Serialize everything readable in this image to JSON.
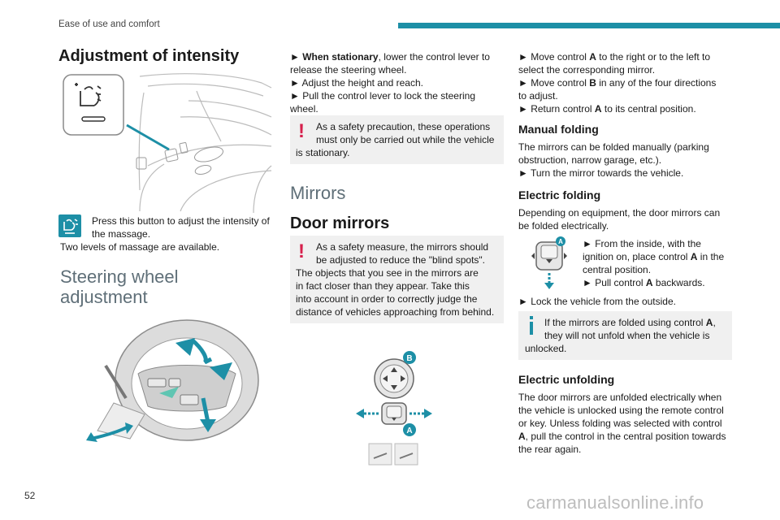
{
  "header": {
    "section_title": "Ease of use and comfort",
    "accent_color": "#1d8fa6"
  },
  "footer": {
    "page_number": "52",
    "watermark": "carmanualsonline.info"
  },
  "col1": {
    "heading": "Adjustment of intensity",
    "massage_line1": "Press this button to adjust the intensity of",
    "massage_line2": "the massage.",
    "massage_line3": "Two levels of massage are available.",
    "steering_heading_line1": "Steering wheel",
    "steering_heading_line2": "adjustment"
  },
  "col2": {
    "line1_bold": "When stationary",
    "line1_rest": ", lower the control lever to",
    "line2": "release the steering wheel.",
    "line3": "► Adjust the height and reach.",
    "line4": "► Pull the control lever to lock the steering",
    "line5": "wheel.",
    "warn1_line1": "As a safety precaution, these operations",
    "warn1_line2": "must only be carried out while the vehicle",
    "warn1_line3": "is stationary.",
    "mirrors_heading": "Mirrors",
    "door_mirrors_heading": "Door mirrors",
    "warn2_line1": "As a safety measure, the mirrors should",
    "warn2_line2": "be adjusted to reduce the \"blind spots\".",
    "warn2_line3": "The objects that you see in the mirrors are",
    "warn2_line4": "in fact closer than they appear. Take this",
    "warn2_line5": "into account in order to correctly judge the",
    "warn2_line6": "distance of vehicles approaching from behind.",
    "label_b": "B",
    "label_a": "A"
  },
  "col3": {
    "l1_pre": "► Move control ",
    "l1_a": "A",
    "l1_post": " to the right or to the left to",
    "l2": "select the corresponding mirror.",
    "l3_pre": "► Move control ",
    "l3_b": "B",
    "l3_post": " in any of the four directions",
    "l4": "to adjust.",
    "l5_pre": "► Return control ",
    "l5_a": "A",
    "l5_post": " to its central position.",
    "manual_heading": "Manual folding",
    "manual_l1": "The mirrors can be folded manually (parking",
    "manual_l2": "obstruction, narrow garage, etc.).",
    "manual_l3": "► Turn the mirror towards the vehicle.",
    "elfold_heading": "Electric folding",
    "elfold_l1": "Depending on equipment, the door mirrors can",
    "elfold_l2": "be folded electrically.",
    "elfold_s1": "► From the inside, with the",
    "elfold_s2": "ignition on, place control",
    "elfold_s2_a": "A",
    "elfold_s2_post": " in the",
    "elfold_s3": "central position.",
    "elfold_s4_pre": "► Pull control ",
    "elfold_s4_a": "A",
    "elfold_s4_post": " backwards.",
    "elfold_lock": "► Lock the vehicle from the outside.",
    "info_l1_pre": "If the mirrors are folded using control ",
    "info_l1_a": "A",
    "info_l1_post": ",",
    "info_l2": "they will not unfold when the vehicle is",
    "info_l3": "unlocked.",
    "icon_label_a": "A",
    "unfold_heading": "Electric unfolding",
    "unfold_l1": "The door mirrors are unfolded electrically when",
    "unfold_l2": "the vehicle is unlocked using the remote control",
    "unfold_l3": "or key. Unless folding was selected with control",
    "unfold_l4_a": "A",
    "unfold_l4_post": ", pull the control in the central position towards",
    "unfold_l5": "the rear again."
  },
  "icons": {
    "massage": "massage-seat-icon",
    "warning": "warning-exclamation-icon",
    "info": "info-icon",
    "mirror_control": "mirror-control-icon"
  }
}
